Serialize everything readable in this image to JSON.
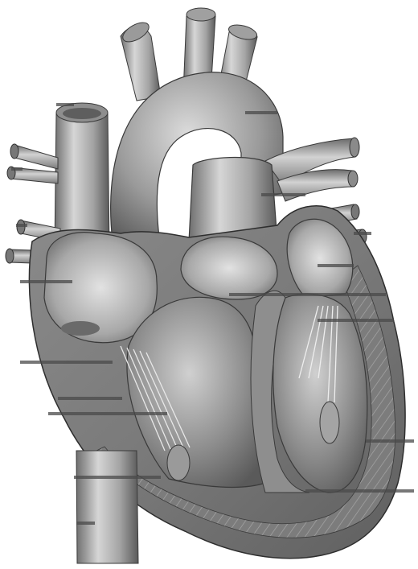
{
  "diagram": {
    "subject": "heart-cross-section",
    "rendering": "grayscale",
    "label_lines": [
      {
        "id": "superior-vena-cava",
        "text": ""
      },
      {
        "id": "aortic-arch",
        "text": ""
      },
      {
        "id": "right-pulmonary-artery-branches",
        "text": ""
      },
      {
        "id": "left-pulmonary-artery",
        "text": ""
      },
      {
        "id": "pulmonary-trunk",
        "text": ""
      },
      {
        "id": "left-pulmonary-veins",
        "text": ""
      },
      {
        "id": "right-pulmonary-veins-upper",
        "text": ""
      },
      {
        "id": "right-pulmonary-veins-lower",
        "text": ""
      },
      {
        "id": "left-atrium",
        "text": ""
      },
      {
        "id": "right-atrium",
        "text": ""
      },
      {
        "id": "pulmonary-valve",
        "text": ""
      },
      {
        "id": "mitral-valve",
        "text": ""
      },
      {
        "id": "aortic-valve",
        "text": ""
      },
      {
        "id": "tricuspid-valve",
        "text": ""
      },
      {
        "id": "chordae-tendineae",
        "text": ""
      },
      {
        "id": "papillary-muscle",
        "text": ""
      },
      {
        "id": "right-ventricle",
        "text": ""
      },
      {
        "id": "left-ventricle",
        "text": ""
      },
      {
        "id": "interventricular-septum",
        "text": ""
      },
      {
        "id": "inferior-vena-cava",
        "text": ""
      }
    ]
  }
}
